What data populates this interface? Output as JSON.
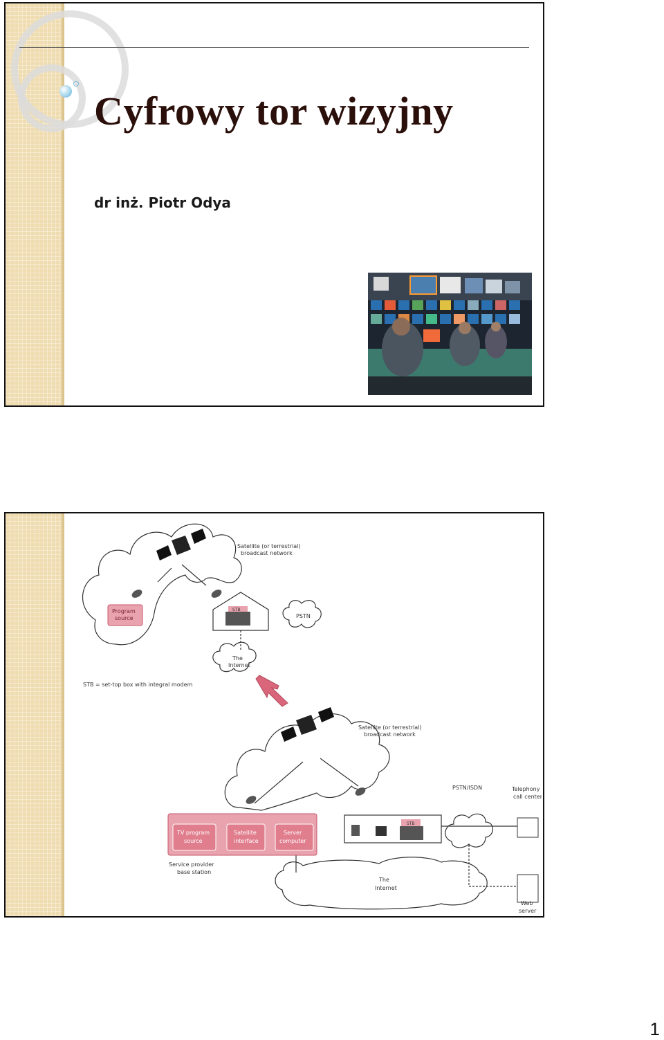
{
  "slide1": {
    "title": "Cyfrowy tor wizyjny",
    "author": "dr inż. Piotr Odya"
  },
  "slide2": {
    "diagram1": {
      "network_label_1": "Satellite (or terrestrial)",
      "network_label_2": "broadcast network",
      "program_source_1": "Program",
      "program_source_2": "source",
      "stb": "STB",
      "pstn": "PSTN",
      "internet_1": "The",
      "internet_2": "Internet",
      "legend": "STB = set-top box with integral modem"
    },
    "diagram2": {
      "network_label_1": "Satellite (or terrestrial)",
      "network_label_2": "broadcast network",
      "pstn_isdn": "PSTN/ISDN",
      "call_center_1": "Telephony",
      "call_center_2": "call center",
      "stb": "STB",
      "tv_source_1": "TV program",
      "tv_source_2": "source",
      "sat_iface_1": "Satellite",
      "sat_iface_2": "interface",
      "server_1": "Server",
      "server_2": "computer",
      "base_1": "Service provider",
      "base_2": "base station",
      "internet_1": "The",
      "internet_2": "Internet",
      "web_1": "Web",
      "web_2": "server"
    }
  },
  "page_number": "1",
  "colors": {
    "accent_red": "#d9667a",
    "title_color": "#2b0f0a",
    "stripe": "#efdcb0"
  }
}
